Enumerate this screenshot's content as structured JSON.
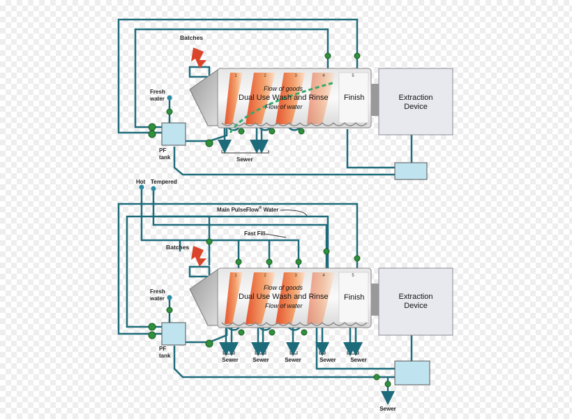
{
  "colors": {
    "pipe": "#1d6b7a",
    "valve": "#2f8f3c",
    "arrow_red": "#d9442b",
    "flow_dashed": "#35a96a",
    "extraction_fill": "#e8e9ee",
    "tank_water": "#bfe3ef"
  },
  "top": {
    "batches": "Batches",
    "fresh_water_line1": "Fresh",
    "fresh_water_line2": "water",
    "pf_tank_line1": "PF",
    "pf_tank_line2": "tank",
    "flow_of_goods": "Flow of goods",
    "dual_use": "Dual Use Wash and Rinse",
    "flow_of_water": "Flow of water",
    "finish": "Finish",
    "extraction_line1": "Extraction",
    "extraction_line2": "Device",
    "sewer": "Sewer",
    "module_numbers": [
      "1",
      "2",
      "3",
      "4",
      "5"
    ]
  },
  "bottom": {
    "hot": "Hot",
    "tempered": "Tempered",
    "main_pulseflow": "Main PulseFlow",
    "main_pulseflow_reg": "®",
    "main_pulseflow_water": "Water",
    "fast_fill": "Fast Fill",
    "batches": "Batches",
    "fresh_water_line1": "Fresh",
    "fresh_water_line2": "water",
    "pf_tank_line1": "PF",
    "pf_tank_line2": "tank",
    "flow_of_goods": "Flow of goods",
    "dual_use": "Dual Use Wash and Rinse",
    "flow_of_water": "Flow of water",
    "finish": "Finish",
    "extraction_line1": "Extraction",
    "extraction_line2": "Device",
    "sewer_labels": [
      "Sewer",
      "Sewer",
      "Sewer",
      "Sewer",
      "Sewer"
    ],
    "module_numbers": [
      "1",
      "2",
      "3",
      "4",
      "5"
    ]
  }
}
